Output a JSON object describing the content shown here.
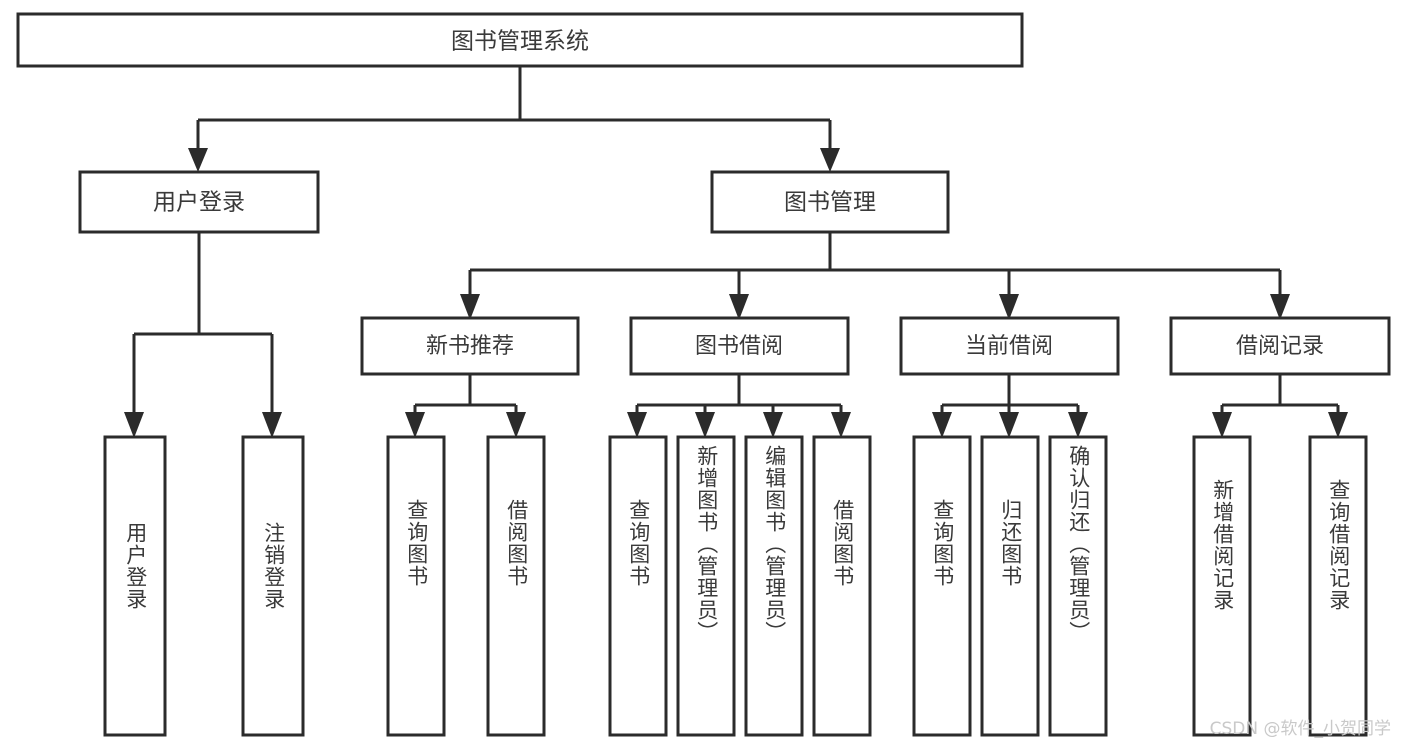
{
  "diagram": {
    "title": "图书管理系统",
    "type": "tree",
    "orientation": "top-down",
    "colors": {
      "box_stroke": "#2b2b2b",
      "box_fill": "#ffffff",
      "connector": "#2b2b2b",
      "text": "#3a3a3a",
      "watermark": "#c9c9c9",
      "background": "#ffffff"
    },
    "levels": {
      "root": {
        "label": "图书管理系统"
      },
      "level2": [
        {
          "id": "user-login",
          "label": "用户登录"
        },
        {
          "id": "book-manage",
          "label": "图书管理"
        }
      ],
      "level3": [
        {
          "id": "new-book-recommend",
          "label": "新书推荐",
          "parent": "book-manage"
        },
        {
          "id": "book-borrow",
          "label": "图书借阅",
          "parent": "book-manage"
        },
        {
          "id": "current-borrow",
          "label": "当前借阅",
          "parent": "book-manage"
        },
        {
          "id": "borrow-record",
          "label": "借阅记录",
          "parent": "book-manage"
        }
      ],
      "leaves": [
        {
          "id": "leaf-user-login",
          "label": "用户登录",
          "parent": "user-login"
        },
        {
          "id": "leaf-user-logout",
          "label": "注销登录",
          "parent": "user-login"
        },
        {
          "id": "leaf-query-book-1",
          "label": "查询图书",
          "parent": "new-book-recommend"
        },
        {
          "id": "leaf-borrow-book-1",
          "label": "借阅图书",
          "parent": "new-book-recommend"
        },
        {
          "id": "leaf-query-book-2",
          "label": "查询图书",
          "parent": "book-borrow"
        },
        {
          "id": "leaf-add-book",
          "label": "新增图书（管理员）",
          "parent": "book-borrow"
        },
        {
          "id": "leaf-edit-book",
          "label": "编辑图书（管理员）",
          "parent": "book-borrow"
        },
        {
          "id": "leaf-borrow-book-2",
          "label": "借阅图书",
          "parent": "book-borrow"
        },
        {
          "id": "leaf-query-book-3",
          "label": "查询图书",
          "parent": "current-borrow"
        },
        {
          "id": "leaf-return-book",
          "label": "归还图书",
          "parent": "current-borrow"
        },
        {
          "id": "leaf-confirm-return",
          "label": "确认归还（管理员）",
          "parent": "current-borrow"
        },
        {
          "id": "leaf-add-record",
          "label": "新增借阅记录",
          "parent": "borrow-record"
        },
        {
          "id": "leaf-query-record",
          "label": "查询借阅记录",
          "parent": "borrow-record"
        }
      ]
    }
  },
  "watermark": {
    "text": "CSDN @软件_小贺同学"
  }
}
